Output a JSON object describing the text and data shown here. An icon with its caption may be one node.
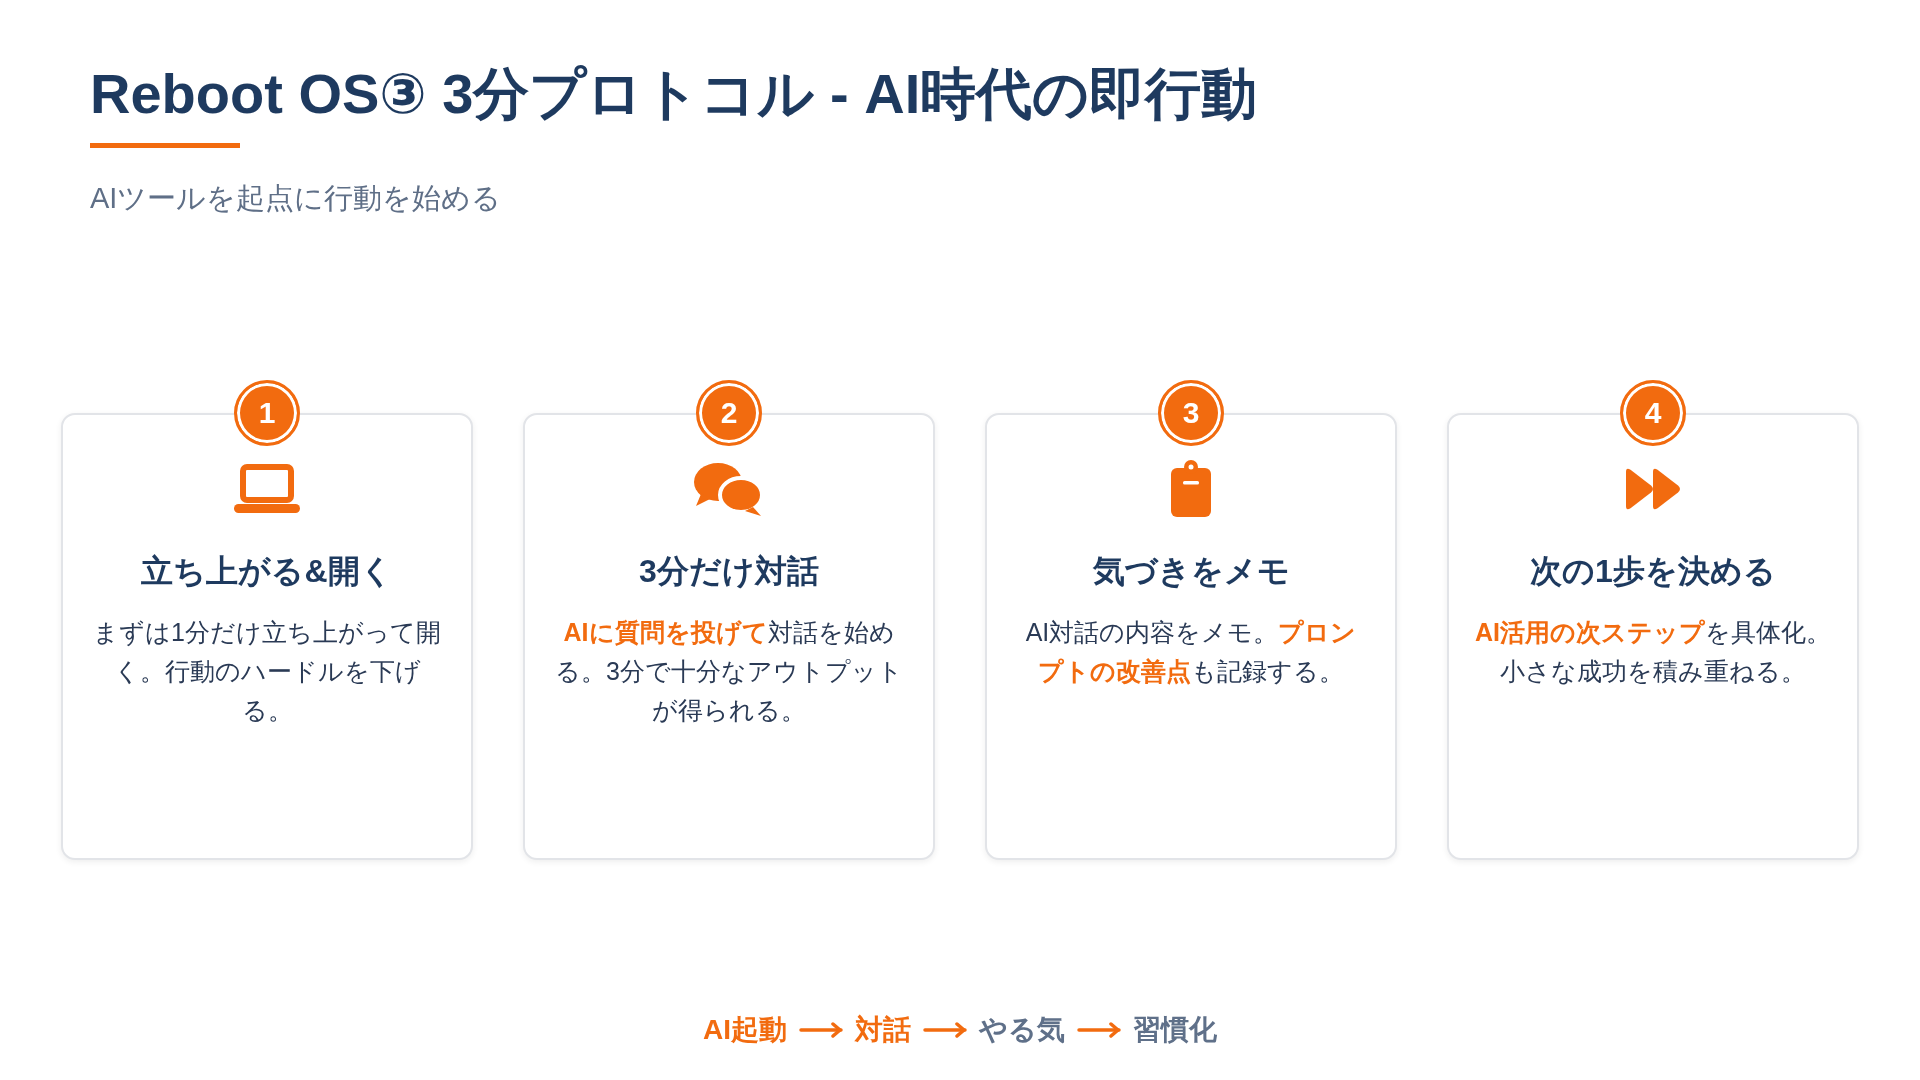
{
  "diagram": {
    "title": "Reboot OS③ 3分プロトコル - AI時代の即行動",
    "nodes": [
      {
        "text": [
          "1"
        ]
      },
      {
        "text": [
          "立ち上がる&開く",
          "まずは1分だけ立ち上がって開く。行動のハードルを下げる。"
        ]
      },
      {
        "text": [
          "2"
        ]
      },
      {
        "text": [
          "3分だけ対話",
          "**AIに質問を投げて**対話を始める。3分で十分なアウトプットが得られる。"
        ]
      },
      {
        "text": [
          "3"
        ]
      },
      {
        "text": [
          "気づきをメモ",
          "AI対話の内容をメモ。**プロンプトの改善点**も記録する。"
        ]
      },
      {
        "text": [
          "4"
        ]
      },
      {
        "text": [
          "次の1歩を決める",
          "**AI活用の次ステップ**を具体化。小さな成功を積み重ねる。"
        ]
      },
      {
        "text": [
          "AI起動"
        ]
      },
      {
        "text": [
          "対話"
        ]
      },
      {
        "text": [
          "やる気"
        ]
      },
      {
        "text": [
          "習慣化"
        ]
      }
    ],
    "edges": [
      {
        "from": 8,
        "to": 9,
        "arrow": "to"
      },
      {
        "from": 9,
        "to": 10,
        "arrow": "to"
      },
      {
        "from": 10,
        "to": 11,
        "arrow": "to"
      }
    ],
    "labels": [
      "AIツールを起点に行動を始める"
    ]
  }
}
